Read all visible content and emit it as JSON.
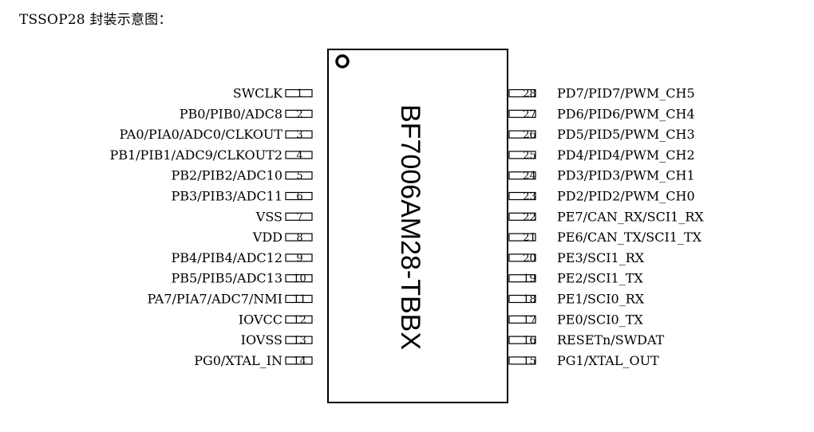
{
  "caption": "TSSOP28 封装示意图：",
  "chip": {
    "part_number": "BF7006AM28-TBBX"
  },
  "left_pins": [
    {
      "number": "1",
      "label": "SWCLK"
    },
    {
      "number": "2",
      "label": "PB0/PIB0/ADC8"
    },
    {
      "number": "3",
      "label": "PA0/PIA0/ADC0/CLKOUT"
    },
    {
      "number": "4",
      "label": "PB1/PIB1/ADC9/CLKOUT2"
    },
    {
      "number": "5",
      "label": "PB2/PIB2/ADC10"
    },
    {
      "number": "6",
      "label": "PB3/PIB3/ADC11"
    },
    {
      "number": "7",
      "label": "VSS"
    },
    {
      "number": "8",
      "label": "VDD"
    },
    {
      "number": "9",
      "label": "PB4/PIB4/ADC12"
    },
    {
      "number": "10",
      "label": "PB5/PIB5/ADC13"
    },
    {
      "number": "11",
      "label": "PA7/PIA7/ADC7/NMI"
    },
    {
      "number": "12",
      "label": "IOVCC"
    },
    {
      "number": "13",
      "label": "IOVSS"
    },
    {
      "number": "14",
      "label": "PG0/XTAL_IN"
    }
  ],
  "right_pins": [
    {
      "number": "28",
      "label": "PD7/PID7/PWM_CH5"
    },
    {
      "number": "27",
      "label": "PD6/PID6/PWM_CH4"
    },
    {
      "number": "26",
      "label": "PD5/PID5/PWM_CH3"
    },
    {
      "number": "25",
      "label": "PD4/PID4/PWM_CH2"
    },
    {
      "number": "24",
      "label": "PD3/PID3/PWM_CH1"
    },
    {
      "number": "23",
      "label": "PD2/PID2/PWM_CH0"
    },
    {
      "number": "22",
      "label": "PE7/CAN_RX/SCI1_RX"
    },
    {
      "number": "21",
      "label": "PE6/CAN_TX/SCI1_TX"
    },
    {
      "number": "20",
      "label": "PE3/SCI1_RX"
    },
    {
      "number": "19",
      "label": "PE2/SCI1_TX"
    },
    {
      "number": "18",
      "label": "PE1/SCI0_RX"
    },
    {
      "number": "17",
      "label": "PE0/SCI0_TX"
    },
    {
      "number": "16",
      "label": "RESETn/SWDAT"
    },
    {
      "number": "15",
      "label": "PG1/XTAL_OUT"
    }
  ]
}
